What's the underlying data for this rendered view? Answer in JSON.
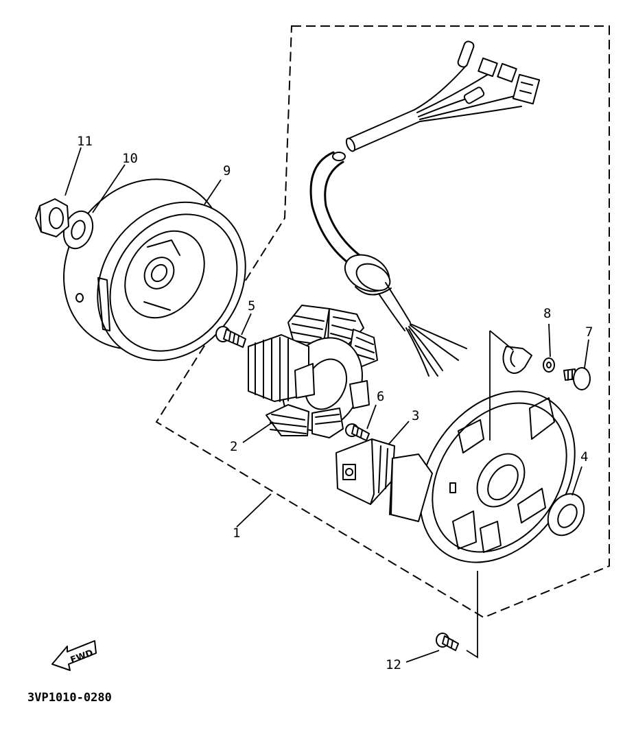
{
  "callouts": {
    "c1": "1",
    "c2": "2",
    "c3": "3",
    "c4": "4",
    "c5": "5",
    "c6": "6",
    "c7": "7",
    "c8": "8",
    "c9": "9",
    "c10": "10",
    "c11": "11",
    "c12": "12"
  },
  "fwd_label": "FWD",
  "diagram_code": "3VP1010-0280"
}
